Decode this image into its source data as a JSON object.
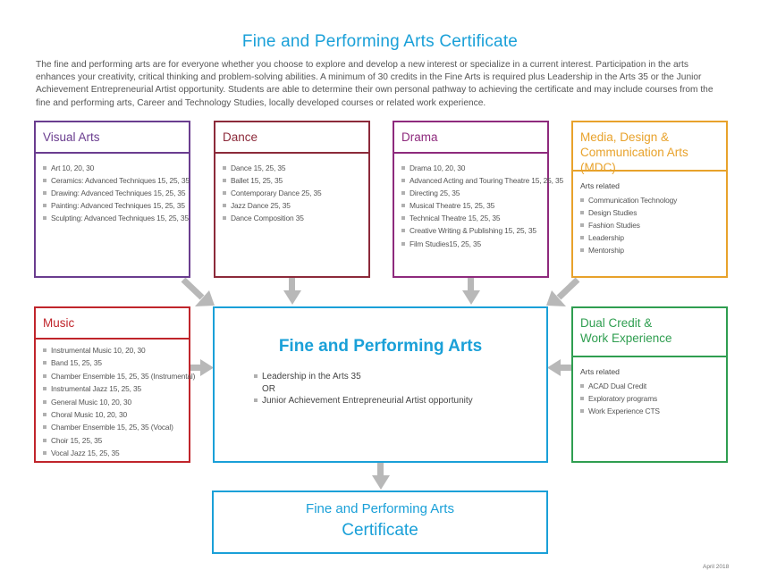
{
  "title": "Fine and Performing Arts Certificate",
  "intro": "The fine and performing arts are for everyone whether you choose to explore and develop a new interest or specialize in a current interest. Participation in the arts enhances your creativity, critical thinking and problem-solving abilities. A minimum of 30 credits in the Fine Arts is required plus Leadership in the Arts 35 or the Junior Achievement Entrepreneurial Artist opportunity. Students are able to determine their own personal pathway to achieving the certificate and may include courses from the fine and performing arts, Career and Technology Studies, locally developed courses or related work experience.",
  "colors": {
    "title": "#1aa0d8",
    "visual_arts": "#6a3d8f",
    "dance": "#8c2a3a",
    "drama": "#8e2a7d",
    "mdc": "#e8a22b",
    "music": "#c0252b",
    "dual_credit": "#2f9e50",
    "center": "#1aa0d8",
    "arrow": "#b8b8b8"
  },
  "visual_arts": {
    "heading": "Visual Arts",
    "items": [
      "Art 10, 20, 30",
      "Ceramics: Advanced Techniques 15, 25, 35",
      "Drawing: Advanced Techniques 15, 25, 35",
      "Painting: Advanced Techniques 15, 25, 35",
      "Sculpting: Advanced Techniques 15, 25, 35"
    ]
  },
  "dance": {
    "heading": "Dance",
    "items": [
      "Dance 15, 25, 35",
      "Ballet 15, 25, 35",
      "Contemporary Dance 25, 35",
      "Jazz Dance 25, 35",
      "Dance Composition 35"
    ]
  },
  "drama": {
    "heading": "Drama",
    "items": [
      "Drama 10, 20, 30",
      "Advanced Acting and Touring Theatre 15, 25, 35",
      "Directing 25, 35",
      "Musical Theatre 15, 25, 35",
      "Technical Theatre 15, 25, 35",
      "Creative Writing & Publishing 15, 25, 35",
      "Film Studies15, 25, 35"
    ]
  },
  "mdc": {
    "heading_line1": "Media, Design &",
    "heading_line2": "Communication Arts (MDC)",
    "sub": "Arts related",
    "items": [
      "Communication Technology",
      "Design Studies",
      "Fashion Studies",
      "Leadership",
      "Mentorship"
    ]
  },
  "music": {
    "heading": "Music",
    "items": [
      "Instrumental Music 10, 20, 30",
      "Band 15, 25, 35",
      "Chamber Ensemble 15, 25, 35 (Instrumental)",
      "Instrumental Jazz 15, 25, 35",
      "General Music 10, 20, 30",
      "Choral Music 10, 20, 30",
      "Chamber Ensemble 15, 25, 35 (Vocal)",
      "Choir 15, 25, 35",
      "Vocal Jazz 15, 25, 35"
    ]
  },
  "dual_credit": {
    "heading_line1": "Dual Credit &",
    "heading_line2": "Work Experience",
    "sub": "Arts related",
    "items": [
      "ACAD Dual Credit",
      "Exploratory programs",
      "Work Experience CTS"
    ]
  },
  "center": {
    "heading": "Fine and Performing Arts",
    "item1": "Leadership in the Arts 35",
    "or": "OR",
    "item2": "Junior Achievement Entrepreneurial Artist opportunity"
  },
  "certificate": {
    "line1": "Fine and Performing Arts",
    "line2": "Certificate"
  },
  "footer": "April 2018"
}
